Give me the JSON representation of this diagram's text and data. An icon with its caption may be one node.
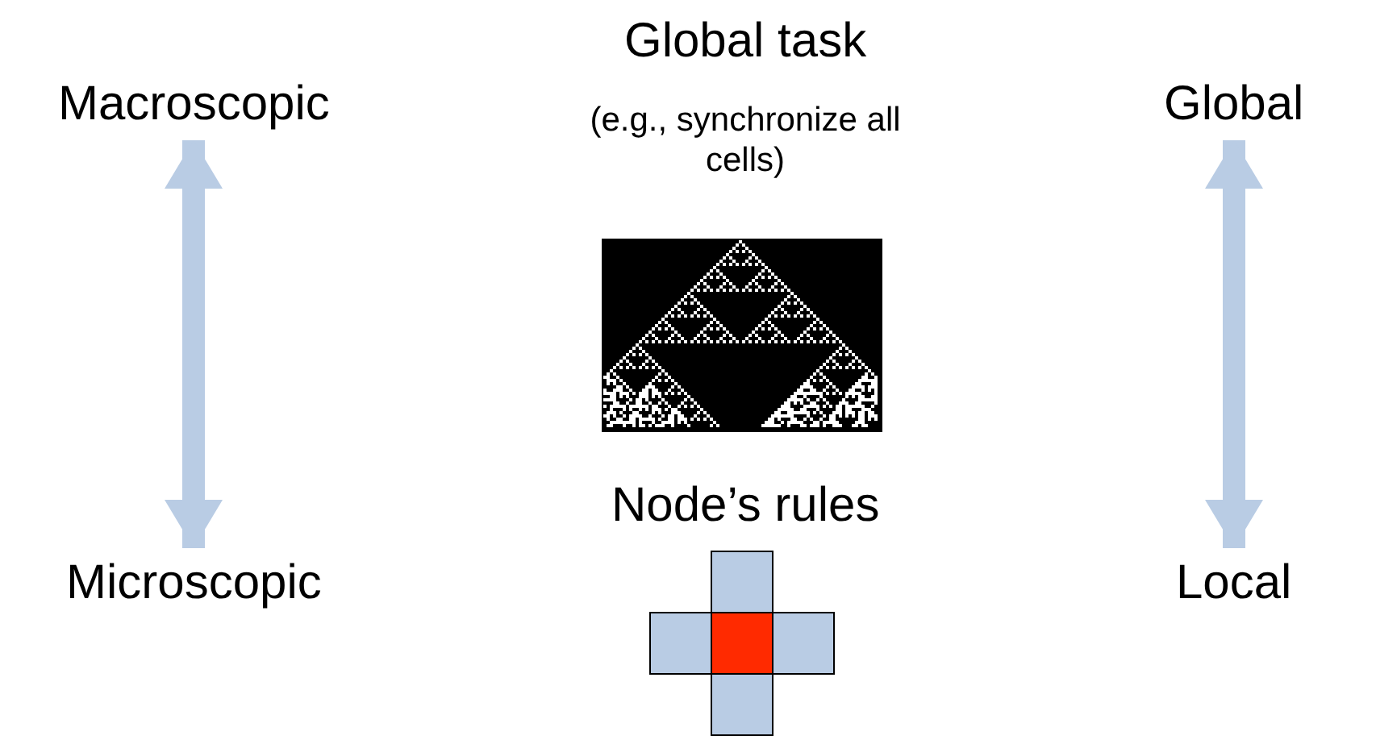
{
  "diagram": {
    "nodes": [
      {
        "text": [
          "Macroscopic"
        ]
      },
      {
        "text": [
          "Microscopic"
        ]
      },
      {
        "text": [
          "Global"
        ]
      },
      {
        "text": [
          "Local"
        ]
      }
    ],
    "edges": [
      {
        "from": 0,
        "to": 1,
        "arrow": "both"
      },
      {
        "from": 2,
        "to": 3,
        "arrow": "both"
      }
    ],
    "labels": [
      "Global task",
      "(e.g., synchronize all cells)",
      "Node’s rules"
    ]
  }
}
